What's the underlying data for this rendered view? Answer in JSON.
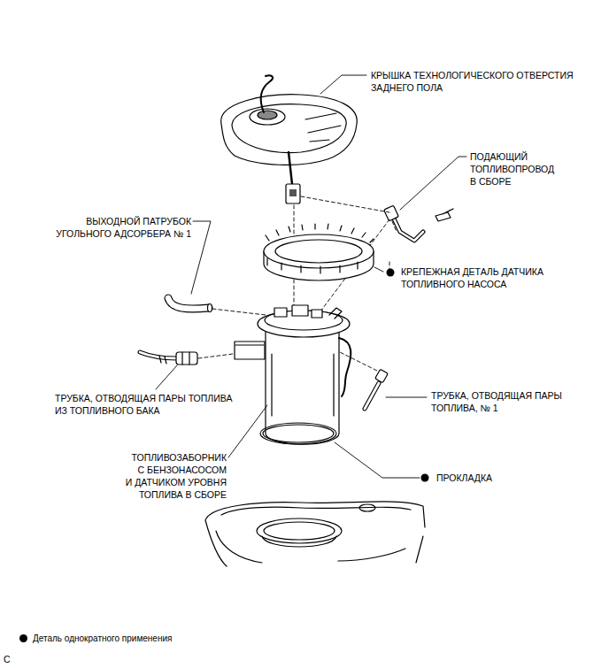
{
  "diagram": {
    "labels": [
      "КРЫШКА ТЕХНОЛОГИЧЕСКОГО ОТВЕРСТИЯ ЗАДНЕГО ПОЛА",
      "ПОДАЮЩИЙ ТОПЛИВОПРОВОД В СБОРЕ",
      "ВЫХОДНОЙ ПАТРУБОК УГОЛЬНОГО АДСОРБЕРА № 1",
      "КРЕПЕЖНАЯ ДЕТАЛЬ ДАТЧИКА ТОПЛИВНОГО НАСОСА",
      "ТРУБКА, ОТВОДЯЩАЯ ПАРЫ ТОПЛИВА ИЗ ТОПЛИВНОГО БАКА",
      "ТРУБКА, ОТВОДЯЩАЯ ПАРЫ ТОПЛИВА, № 1",
      "ТОПЛИВОЗАБОРНИК С БЕНЗОНАСОСОМ И ДАТЧИКОМ УРОВНЯ ТОПЛИВА В СБОРЕ",
      "ПРОКЛАДКА",
      "C"
    ],
    "legend": [
      {
        "text": "Деталь однократного применения"
      }
    ]
  }
}
